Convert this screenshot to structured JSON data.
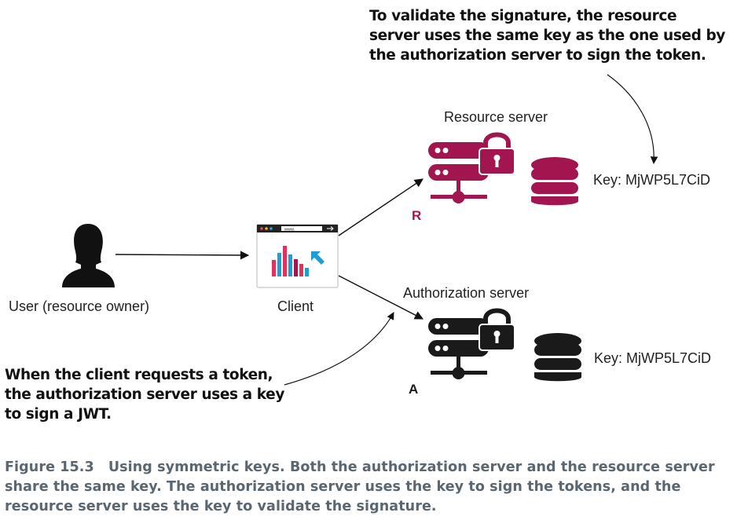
{
  "notes": {
    "top": "To validate the signature, the resource server uses the same key as the one used by the authorization server to sign the token.",
    "bottom": "When the client requests a token, the authorization server uses a key to sign a JWT."
  },
  "labels": {
    "user": "User (resource owner)",
    "client": "Client",
    "resource_server": "Resource server",
    "authorization_server": "Authorization server",
    "resource_tag": "R",
    "authorization_tag": "A",
    "resource_key": "Key: MjWP5L7CiD",
    "authorization_key": "Key: MjWP5L7CiD",
    "browser_url": "www."
  },
  "caption": {
    "figure": "Figure 15.3",
    "text": "Using symmetric keys. Both the authorization server and the resource server share the same key. The authorization server uses the key to sign the tokens, and the resource server uses the key to validate the signature."
  },
  "colors": {
    "resource": "#a3154f",
    "authorization": "#1a1a1a",
    "caption": "#5a6670"
  },
  "icons": [
    "user-icon",
    "browser-icon",
    "server-icon",
    "lock-icon",
    "database-icon"
  ]
}
